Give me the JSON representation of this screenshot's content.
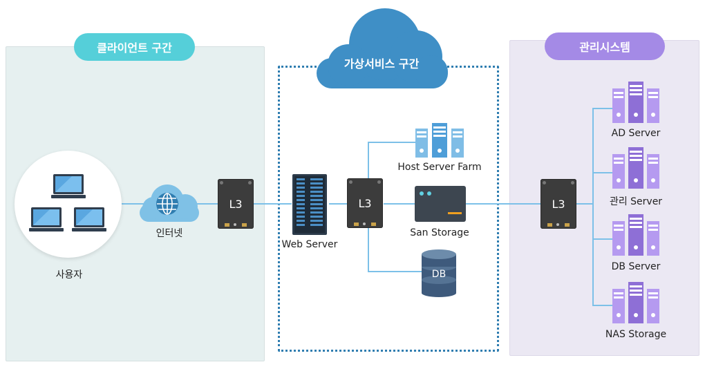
{
  "zones": {
    "client": "클라이언트 구간",
    "virtual": "가상서비스 구간",
    "management": "관리시스템"
  },
  "nodes": {
    "users": "사용자",
    "internet": "인터넷",
    "l3_client": "L3",
    "web_server": "Web Server",
    "l3_virtual": "L3",
    "host_server_farm": "Host Server Farm",
    "san_storage": "San Storage",
    "db": "DB",
    "l3_mgmt": "L3",
    "ad_server": "AD Server",
    "mgmt_server": "관리 Server",
    "db_server": "DB Server",
    "nas_storage": "NAS Storage"
  },
  "colors": {
    "client_zone": "#e6f0f0",
    "client_pill": "#55cfd9",
    "mgmt_zone": "#ebe8f3",
    "mgmt_pill": "#a48ae6",
    "cloud": "#3f8fc6",
    "link": "#7cc0e8",
    "switch": "#3c3c3c"
  },
  "icons": {
    "laptop": "laptop-icon",
    "internet": "globe-cloud-icon",
    "switch": "switch-icon",
    "rack": "server-rack-icon",
    "server": "server-cluster-icon",
    "storage": "storage-icon",
    "database": "database-icon"
  }
}
